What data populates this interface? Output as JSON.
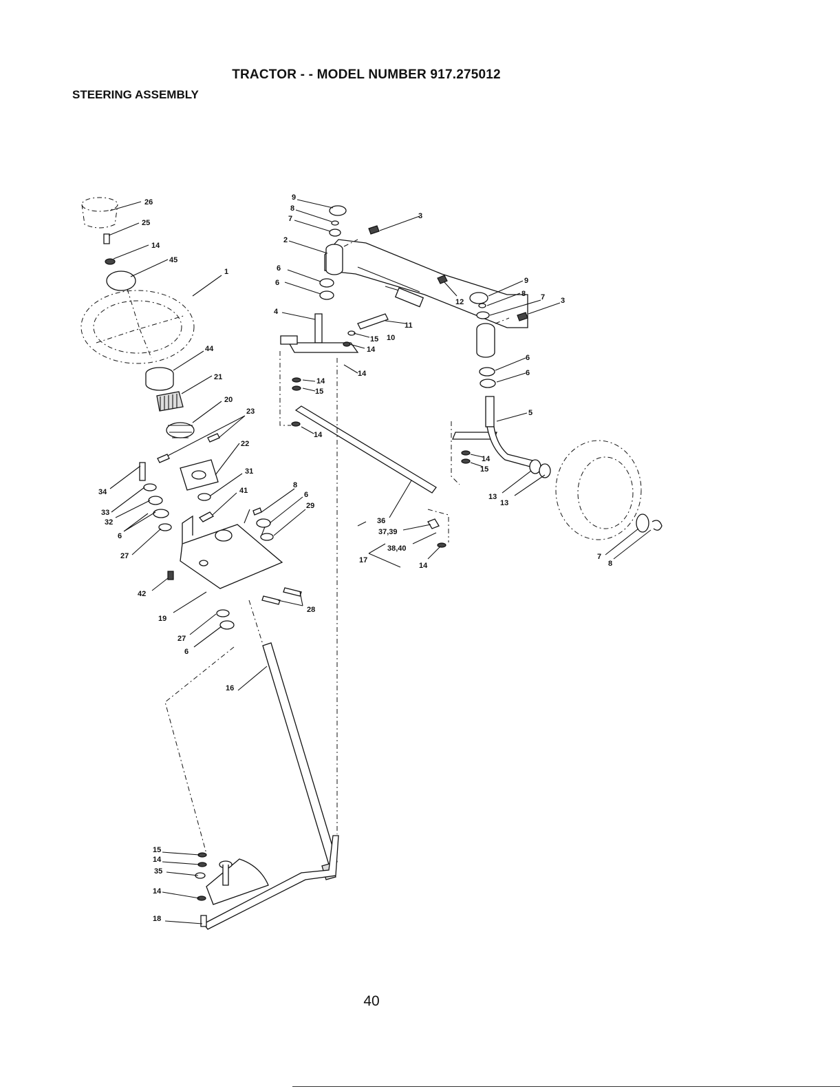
{
  "header": {
    "title": "TRACTOR - - MODEL NUMBER 917.275012",
    "subtitle": "STEERING ASSEMBLY"
  },
  "footer": {
    "page_number": "40"
  },
  "callouts": {
    "c1": "1",
    "c2": "2",
    "c3a": "3",
    "c3b": "3",
    "c4": "4",
    "c5": "5",
    "c6a": "6",
    "c6b": "6",
    "c6c": "6",
    "c6d": "6",
    "c6e": "6",
    "c6f": "6",
    "c6g": "6",
    "c7a": "7",
    "c7b": "7",
    "c7c": "7",
    "c8a": "8",
    "c8b": "8",
    "c8c": "8",
    "c8d": "8",
    "c9a": "9",
    "c9b": "9",
    "c10": "10",
    "c11": "11",
    "c12": "12",
    "c13a": "13",
    "c13b": "13",
    "c14a": "14",
    "c14b": "14",
    "c14c": "14",
    "c14d": "14",
    "c14e": "14",
    "c14f": "14",
    "c14g": "14",
    "c14h": "14",
    "c14i": "14",
    "c15a": "15",
    "c15b": "15",
    "c15c": "15",
    "c15d": "15",
    "c16": "16",
    "c17": "17",
    "c18": "18",
    "c19": "19",
    "c20": "20",
    "c21": "21",
    "c22": "22",
    "c23": "23",
    "c25": "25",
    "c26": "26",
    "c27a": "27",
    "c27b": "27",
    "c28": "28",
    "c29": "29",
    "c31": "31",
    "c32": "32",
    "c33": "33",
    "c34": "34",
    "c35": "35",
    "c36": "36",
    "c3739": "37,39",
    "c3840": "38,40",
    "c41": "41",
    "c42": "42",
    "c44": "44",
    "c45": "45"
  }
}
